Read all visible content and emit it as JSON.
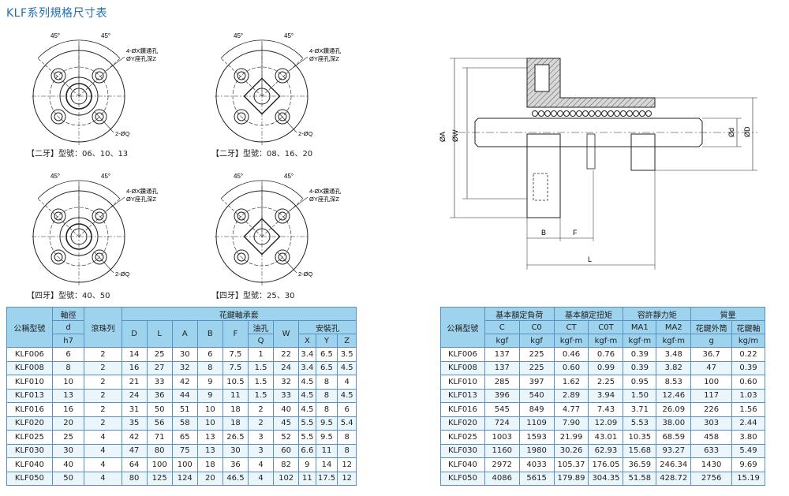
{
  "title": "KLF系列規格尺寸表",
  "views": [
    {
      "caption": "【二牙】型號：06、10、13",
      "angle_left": "45°",
      "angle_right": "45°",
      "note1": "4-ØX鑽通孔",
      "note2": "ØY座孔深Z",
      "note3": "2-ØQ"
    },
    {
      "caption": "【二牙】型號：08、16、20",
      "angle_left": "45°",
      "angle_right": "45°",
      "note1": "4-ØX鑽通孔",
      "note2": "ØY座孔深Z",
      "note3": "2-ØQ"
    },
    {
      "caption": "【四牙】型號：40、50",
      "angle_left": "45°",
      "angle_right": "45°",
      "note1": "4-ØX鑽通孔",
      "note2": "ØY座孔深Z",
      "note3": "2-ØQ"
    },
    {
      "caption": "【四牙】型號：25、30",
      "angle_left": "45°",
      "angle_right": "45°",
      "note1": "4-ØX鑽通孔",
      "note2": "ØY座孔深Z",
      "note3": "2-ØQ"
    }
  ],
  "section": {
    "A": "ØA",
    "W": "ØW",
    "d": "Ød",
    "D": "ØD",
    "B": "B",
    "F": "F",
    "L": "L"
  },
  "table1": {
    "h_model": "公稱型號",
    "h_shaft": "軸徑",
    "h_d": "d",
    "h_h7": "h7",
    "h_balls": "滾珠列",
    "h_spline": "花鍵軸承套",
    "h_D": "D",
    "h_L": "L",
    "h_A": "A",
    "h_B": "B",
    "h_F": "F",
    "h_oil": "油孔",
    "h_Q": "Q",
    "h_W": "W",
    "h_mount": "安裝孔",
    "h_X": "X",
    "h_Y": "Y",
    "h_Z": "Z",
    "rows": [
      [
        "KLF006",
        "6",
        "2",
        "14",
        "25",
        "30",
        "6",
        "7.5",
        "1",
        "22",
        "3.4",
        "6.5",
        "3.5"
      ],
      [
        "KLF008",
        "8",
        "2",
        "16",
        "27",
        "32",
        "8",
        "7.5",
        "1.5",
        "24",
        "3.4",
        "6.5",
        "4.5"
      ],
      [
        "KLF010",
        "10",
        "2",
        "21",
        "33",
        "42",
        "9",
        "10.5",
        "1.5",
        "32",
        "4.5",
        "8",
        "4"
      ],
      [
        "KLF013",
        "13",
        "2",
        "24",
        "36",
        "44",
        "9",
        "11",
        "1.5",
        "33",
        "4.5",
        "8",
        "4.5"
      ],
      [
        "KLF016",
        "16",
        "2",
        "31",
        "50",
        "51",
        "10",
        "18",
        "2",
        "40",
        "4.5",
        "8",
        "6"
      ],
      [
        "KLF020",
        "20",
        "2",
        "35",
        "56",
        "58",
        "10",
        "18",
        "2",
        "45",
        "5.5",
        "9.5",
        "5.4"
      ],
      [
        "KLF025",
        "25",
        "4",
        "42",
        "71",
        "65",
        "13",
        "26.5",
        "3",
        "52",
        "5.5",
        "9.5",
        "8"
      ],
      [
        "KLF030",
        "30",
        "4",
        "47",
        "80",
        "75",
        "13",
        "30",
        "3",
        "60",
        "6.6",
        "11",
        "8"
      ],
      [
        "KLF040",
        "40",
        "4",
        "64",
        "100",
        "100",
        "18",
        "36",
        "4",
        "82",
        "9",
        "14",
        "12"
      ],
      [
        "KLF050",
        "50",
        "4",
        "80",
        "125",
        "124",
        "20",
        "46.5",
        "4",
        "102",
        "11",
        "17.5",
        "12"
      ]
    ]
  },
  "table2": {
    "h_model": "公稱型號",
    "h_load": "基本額定負荷",
    "h_torque": "基本額定扭矩",
    "h_static": "容許靜力矩",
    "h_mass": "質量",
    "h_C": "C",
    "h_C0": "C0",
    "h_CT": "CT",
    "h_C0T": "C0T",
    "h_MA1": "MA1",
    "h_MA2": "MA2",
    "h_outer": "花鍵外筒",
    "h_shaft": "花鍵軸",
    "u_kgf1": "kgf",
    "u_kgf2": "kgf",
    "u_kgfm1": "kgf‧m",
    "u_kgfm2": "kgf‧m",
    "u_kgfm3": "kgf‧m",
    "u_kgfm4": "kgf‧m",
    "u_g": "g",
    "u_kgm": "kg/m",
    "rows": [
      [
        "KLF006",
        "137",
        "225",
        "0.46",
        "0.76",
        "0.39",
        "3.48",
        "36.7",
        "0.22"
      ],
      [
        "KLF008",
        "137",
        "225",
        "0.60",
        "0.99",
        "0.39",
        "3.82",
        "47",
        "0.39"
      ],
      [
        "KLF010",
        "285",
        "397",
        "1.62",
        "2.25",
        "0.95",
        "8.53",
        "100",
        "0.60"
      ],
      [
        "KLF013",
        "396",
        "540",
        "2.89",
        "3.94",
        "1.50",
        "12.46",
        "117",
        "1.03"
      ],
      [
        "KLF016",
        "545",
        "849",
        "4.77",
        "7.43",
        "3.71",
        "26.09",
        "226",
        "1.56"
      ],
      [
        "KLF020",
        "724",
        "1109",
        "7.90",
        "12.09",
        "5.53",
        "38.00",
        "303",
        "2.44"
      ],
      [
        "KLF025",
        "1003",
        "1593",
        "21.99",
        "43.01",
        "10.35",
        "68.59",
        "458",
        "3.80"
      ],
      [
        "KLF030",
        "1160",
        "1980",
        "30.26",
        "62.93",
        "15.68",
        "93.27",
        "633",
        "5.49"
      ],
      [
        "KLF040",
        "2972",
        "4033",
        "105.37",
        "176.05",
        "36.59",
        "246.34",
        "1430",
        "9.69"
      ],
      [
        "KLF050",
        "4086",
        "5615",
        "179.89",
        "304.35",
        "51.58",
        "428.72",
        "2756",
        "15.19"
      ]
    ]
  }
}
